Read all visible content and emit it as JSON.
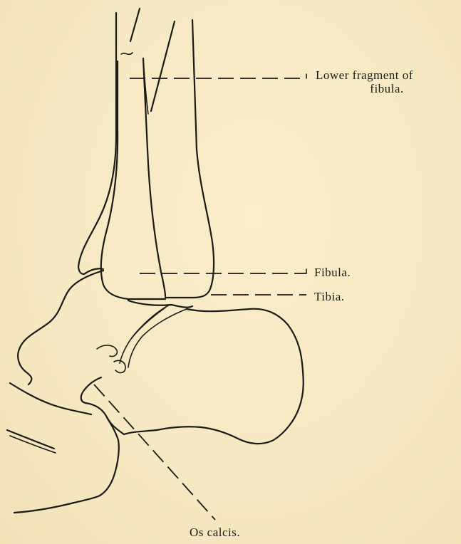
{
  "labels": {
    "lower_fragment_line1": "Lower fragment of",
    "lower_fragment_line2": "fibula.",
    "fibula": "Fibula.",
    "tibia": "Tibia.",
    "os_calcis": "Os calcis."
  },
  "colors": {
    "paper": "#f7ebc6",
    "ink": "#1c1a16"
  }
}
